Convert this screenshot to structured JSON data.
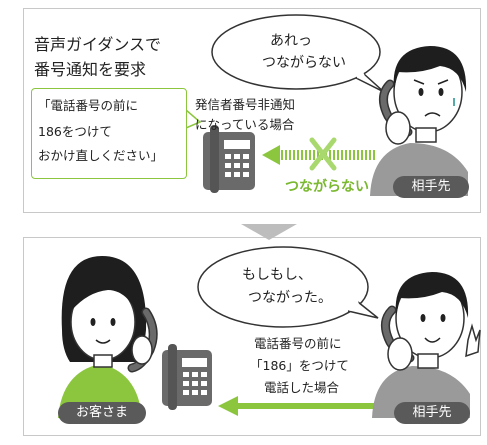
{
  "top": {
    "intro_line1": "音声ガイダンスで",
    "intro_line2": "番号通知を要求",
    "guidance_line1": "「電話番号の前に",
    "guidance_line2": "186をつけて",
    "guidance_line3": "おかけ直しください」",
    "condition_line1": "発信者番号非通知",
    "condition_line2": "になっている場合",
    "bubble_line1": "あれっ",
    "bubble_line2": "つながらない",
    "not_connected": "つながらない",
    "caller_badge": "相手先"
  },
  "bottom": {
    "bubble_line1": "もしもし、",
    "bubble_line2": "つながった。",
    "condition_line1": "電話番号の前に",
    "condition_line2": "「186」をつけて",
    "condition_line3": "電話した場合",
    "customer_badge": "お客さま",
    "caller_badge": "相手先"
  },
  "colors": {
    "accent_green": "#8cc63f",
    "badge_gray": "#5a5a5a",
    "phone_gray": "#666666",
    "skin": "#ffffff",
    "hair": "#1e1e1e"
  }
}
